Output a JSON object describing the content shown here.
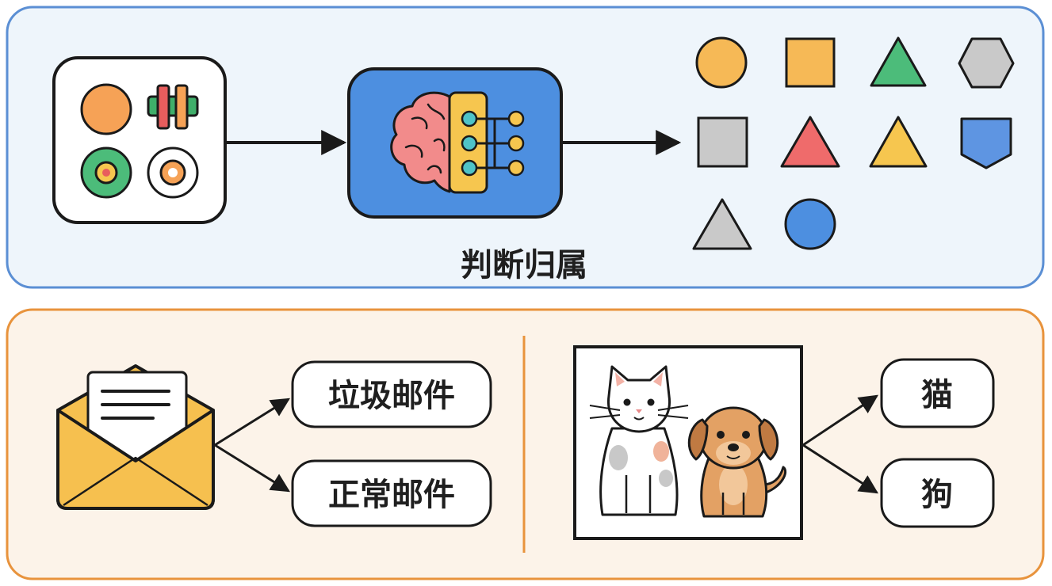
{
  "top_panel": {
    "caption": "判断归属",
    "colors": {
      "border": "#5b8fd4",
      "fill": "#eef5fb"
    }
  },
  "bottom_panel": {
    "colors": {
      "border": "#e8933c",
      "fill": "#fcf3e9"
    },
    "email_example": {
      "labels": [
        "垃圾邮件",
        "正常邮件"
      ]
    },
    "pet_example": {
      "labels": [
        "猫",
        "狗"
      ]
    }
  },
  "icons": {
    "input_items": "mixed-objects-icon",
    "model": "brain-network-icon",
    "email": "envelope-icon",
    "pets": "cat-and-dog-picture"
  }
}
